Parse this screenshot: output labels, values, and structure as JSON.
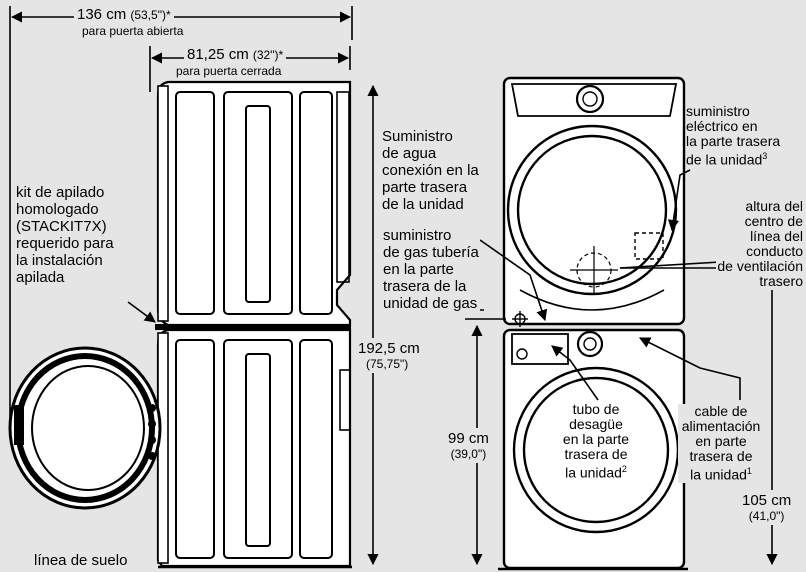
{
  "open_door": {
    "main": "136 cm",
    "imperial": "(53,5\")*",
    "caption": "para puerta abierta"
  },
  "closed_door": {
    "main": "81,25 cm",
    "imperial": "(32\")*",
    "caption": "para puerta cerrada"
  },
  "stack_kit": {
    "lines": [
      "kit de apilado",
      "homologado",
      "(STACKIT7X)",
      "requerido para",
      "la instalación",
      "apilada"
    ]
  },
  "water": {
    "lines": [
      "Suministro",
      "de agua",
      "conexión en la",
      "parte trasera",
      "de la unidad"
    ]
  },
  "gas": {
    "lines": [
      "suministro",
      "de gas tubería",
      "en la parte",
      "trasera de la",
      "unidad de gas"
    ]
  },
  "height_total": {
    "main": "192,5 cm",
    "imperial": "(75,75\")"
  },
  "floor": {
    "text": "línea de suelo"
  },
  "height_99": {
    "main": "99 cm",
    "imperial": "(39,0\")"
  },
  "drain": {
    "lines": [
      "tubo de",
      "desagüe",
      "en la parte",
      "trasera de",
      "la unidad"
    ],
    "sup": "2"
  },
  "electric": {
    "lines": [
      "suministro",
      "eléctrico en",
      "la parte trasera",
      "de la unidad"
    ],
    "sup": "3"
  },
  "vent": {
    "lines": [
      "altura del",
      "centro de",
      "línea del",
      "conducto",
      "de ventilación",
      "trasero"
    ]
  },
  "power_cord": {
    "lines": [
      "cable de",
      "alimentación",
      "en parte",
      "trasera de",
      "la unidad"
    ],
    "sup": "1"
  },
  "height_105": {
    "main": "105 cm",
    "imperial": "(41,0\")"
  }
}
